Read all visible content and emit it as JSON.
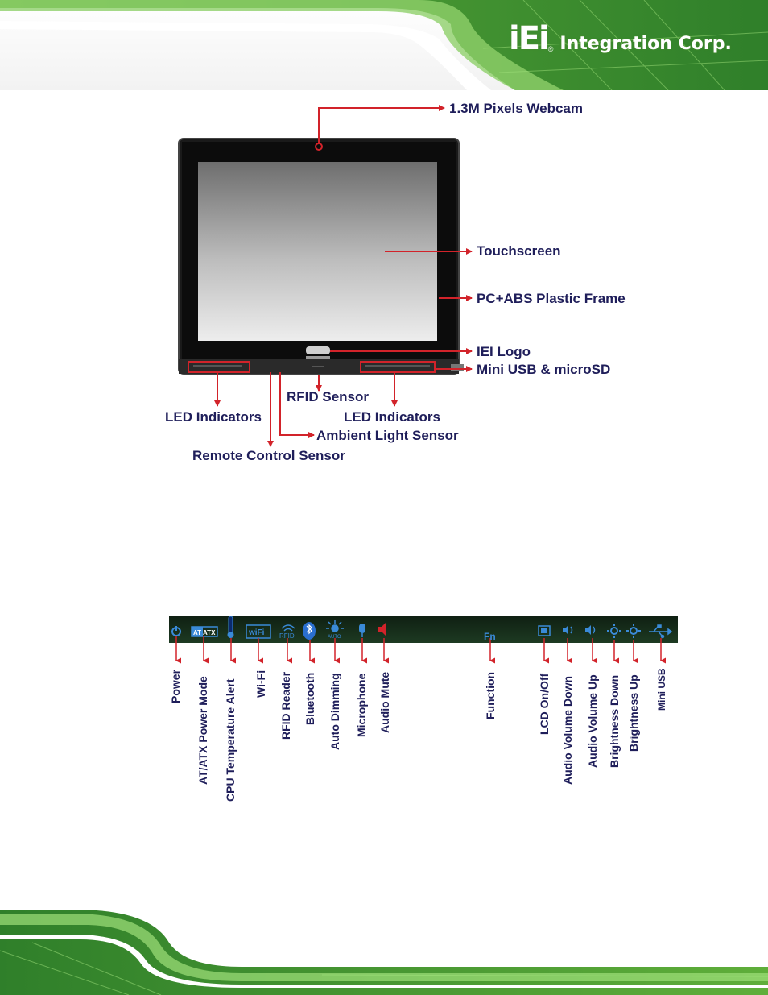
{
  "brand": {
    "logo_mark": "iEi",
    "logo_registered": "®",
    "logo_text": "Integration Corp."
  },
  "colors": {
    "header_green": "#3f8f2a",
    "arrow_red": "#d2232a",
    "label_navy": "#1f1e5a"
  },
  "front_panel": {
    "callouts": {
      "webcam": "1.3M Pixels Webcam",
      "touchscreen": "Touchscreen",
      "frame": "PC+ABS Plastic Frame",
      "logo": "IEI Logo",
      "usb": "Mini USB & microSD",
      "rfid": "RFID Sensor",
      "led_left": "LED Indicators",
      "led_right": "LED Indicators",
      "ambient": "Ambient Light Sensor",
      "remote": "Remote Control Sensor"
    }
  },
  "led_strip": {
    "fn_key": "Fn",
    "icon_texts": {
      "atatx": "AT ATX",
      "wifi": "wiFi",
      "rfid": "RFID",
      "auto": "AUTO"
    },
    "labels": {
      "power": "Power",
      "atatx": "AT/ATX Power Mode",
      "cpu": "CPU Temperature Alert",
      "wifi": "Wi-Fi",
      "rfid": "RFID Reader",
      "bluetooth": "Bluetooth",
      "auto": "Auto Dimming",
      "mic": "Microphone",
      "mute": "Audio Mute",
      "function": "Function",
      "lcd": "LCD On/Off",
      "voldown": "Audio Volume Down",
      "volup": "Audio Volume Up",
      "brightdown": "Brightness Down",
      "brightup": "Brightness Up",
      "miniusb": "Mini USB"
    }
  }
}
